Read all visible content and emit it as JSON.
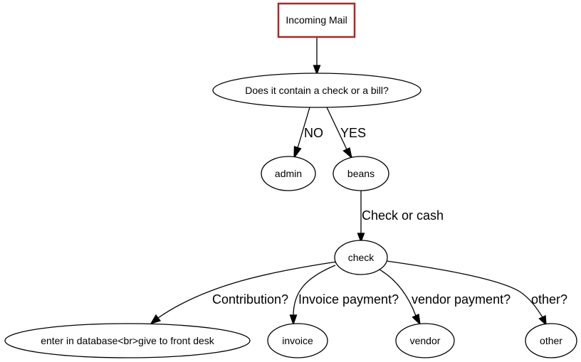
{
  "diagram": {
    "type": "flowchart",
    "accent_color": "#a52a2a",
    "nodes": [
      {
        "id": "incoming",
        "label": "Incoming Mail",
        "shape": "box",
        "border_color": "#a52a2a"
      },
      {
        "id": "question",
        "label": "Does it contain a check or a bill?",
        "shape": "ellipse"
      },
      {
        "id": "admin",
        "label": "admin",
        "shape": "ellipse"
      },
      {
        "id": "beans",
        "label": "beans",
        "shape": "ellipse"
      },
      {
        "id": "check",
        "label": "check",
        "shape": "ellipse"
      },
      {
        "id": "database",
        "label": "enter in database<br>give to front desk",
        "shape": "ellipse"
      },
      {
        "id": "invoice",
        "label": "invoice",
        "shape": "ellipse"
      },
      {
        "id": "vendor",
        "label": "vendor",
        "shape": "ellipse"
      },
      {
        "id": "other",
        "label": "other",
        "shape": "ellipse"
      }
    ],
    "edges": [
      {
        "from": "incoming",
        "to": "question",
        "label": ""
      },
      {
        "from": "question",
        "to": "admin",
        "label": "NO"
      },
      {
        "from": "question",
        "to": "beans",
        "label": "YES"
      },
      {
        "from": "beans",
        "to": "check",
        "label": "Check or cash"
      },
      {
        "from": "check",
        "to": "database",
        "label": "Contribution?"
      },
      {
        "from": "check",
        "to": "invoice",
        "label": "Invoice payment?"
      },
      {
        "from": "check",
        "to": "vendor",
        "label": "vendor payment?"
      },
      {
        "from": "check",
        "to": "other",
        "label": "other?"
      }
    ]
  }
}
